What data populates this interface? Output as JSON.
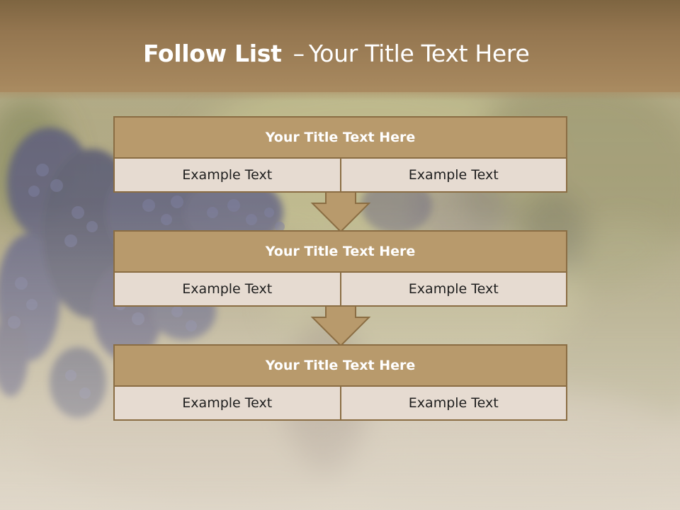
{
  "slide": {
    "title_strong": "Follow List",
    "title_dash": "–",
    "title_rest": "Your Title Text Here"
  },
  "steps": [
    {
      "title": "Your Title Text Here",
      "left": "Example Text",
      "right": "Example Text"
    },
    {
      "title": "Your Title Text Here",
      "left": "Example Text",
      "right": "Example Text"
    },
    {
      "title": "Your Title Text Here",
      "left": "Example Text",
      "right": "Example Text"
    }
  ],
  "colors": {
    "title_band": "#947650",
    "box_header": "#b89a6c",
    "box_cell": "#e6dbd1",
    "box_border": "#8a6d43",
    "arrow_fill": "#b89a6c"
  }
}
